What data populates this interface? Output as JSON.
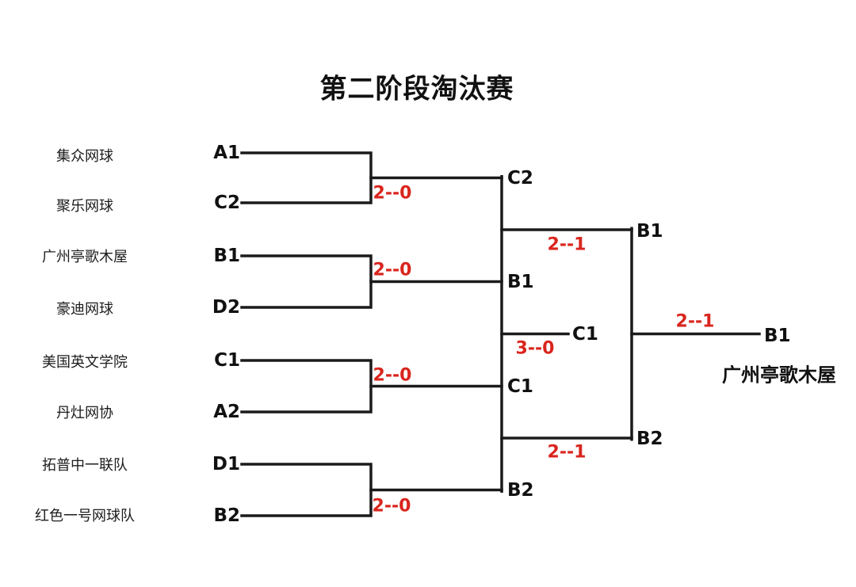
{
  "title": "第二阶段淘汰赛",
  "colors": {
    "line": "#1b1b1b",
    "text": "#111111",
    "score_red": "#d9251d",
    "background": "#ffffff"
  },
  "bracket": {
    "teams": [
      {
        "name": "集众网球",
        "seed": "A1"
      },
      {
        "name": "聚乐网球",
        "seed": "C2"
      },
      {
        "name": "广州亭歌木屋",
        "seed": "B1"
      },
      {
        "name": "豪迪网球",
        "seed": "D2"
      },
      {
        "name": "美国英文学院",
        "seed": "C1"
      },
      {
        "name": "丹灶网协",
        "seed": "A2"
      },
      {
        "name": "拓普中一联队",
        "seed": "D1"
      },
      {
        "name": "红色一号网球队",
        "seed": "B2"
      }
    ],
    "quarterfinals": [
      {
        "top": "A1",
        "bottom": "C2",
        "score": "2--0",
        "winner": "C2"
      },
      {
        "top": "B1",
        "bottom": "D2",
        "score": "2--0",
        "winner": "B1"
      },
      {
        "top": "C1",
        "bottom": "A2",
        "score": "2--0",
        "winner": "C1"
      },
      {
        "top": "D1",
        "bottom": "B2",
        "score": "2--0",
        "winner": "B2"
      }
    ],
    "semifinals": [
      {
        "top": "C2",
        "bottom": "B1",
        "score": "2--1",
        "winner": "B1"
      },
      {
        "top": "C1",
        "bottom": "B2",
        "score": "2--1",
        "winner": "B2"
      }
    ],
    "third_place": {
      "score": "3--0",
      "winner": "C1"
    },
    "final": {
      "top": "B1",
      "bottom": "B2",
      "score": "2--1",
      "winner": "B1",
      "champion_name": "广州亭歌木屋"
    }
  }
}
